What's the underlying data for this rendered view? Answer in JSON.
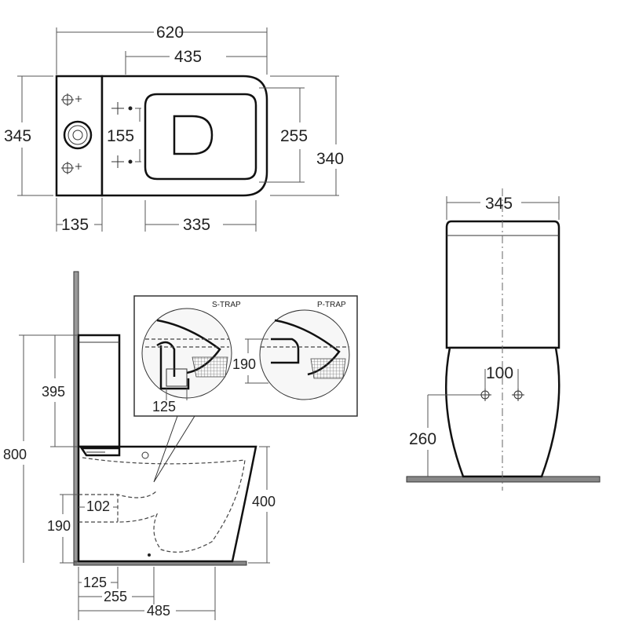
{
  "top_view": {
    "overall_length": "620",
    "bowl_length": "435",
    "overall_width": "345",
    "fixing_spacing": "155",
    "seat_width": "255",
    "bowl_width": "340",
    "cistern_depth": "135",
    "seat_length": "335"
  },
  "side_view": {
    "cistern_height": "395",
    "overall_height": "800",
    "pan_height": "400",
    "inlet_offset": "102",
    "outlet_height": "190",
    "wall_to_outlet": "125",
    "wall_to_fixing": "255",
    "overall_projection": "485"
  },
  "trap_detail": {
    "s_trap_label": "S-TRAP",
    "p_trap_label": "P-TRAP",
    "s_trap_dimension": "125",
    "p_trap_dimension": "190"
  },
  "front_view": {
    "cistern_width": "345",
    "fixing_spacing": "100",
    "fixing_height": "260"
  }
}
